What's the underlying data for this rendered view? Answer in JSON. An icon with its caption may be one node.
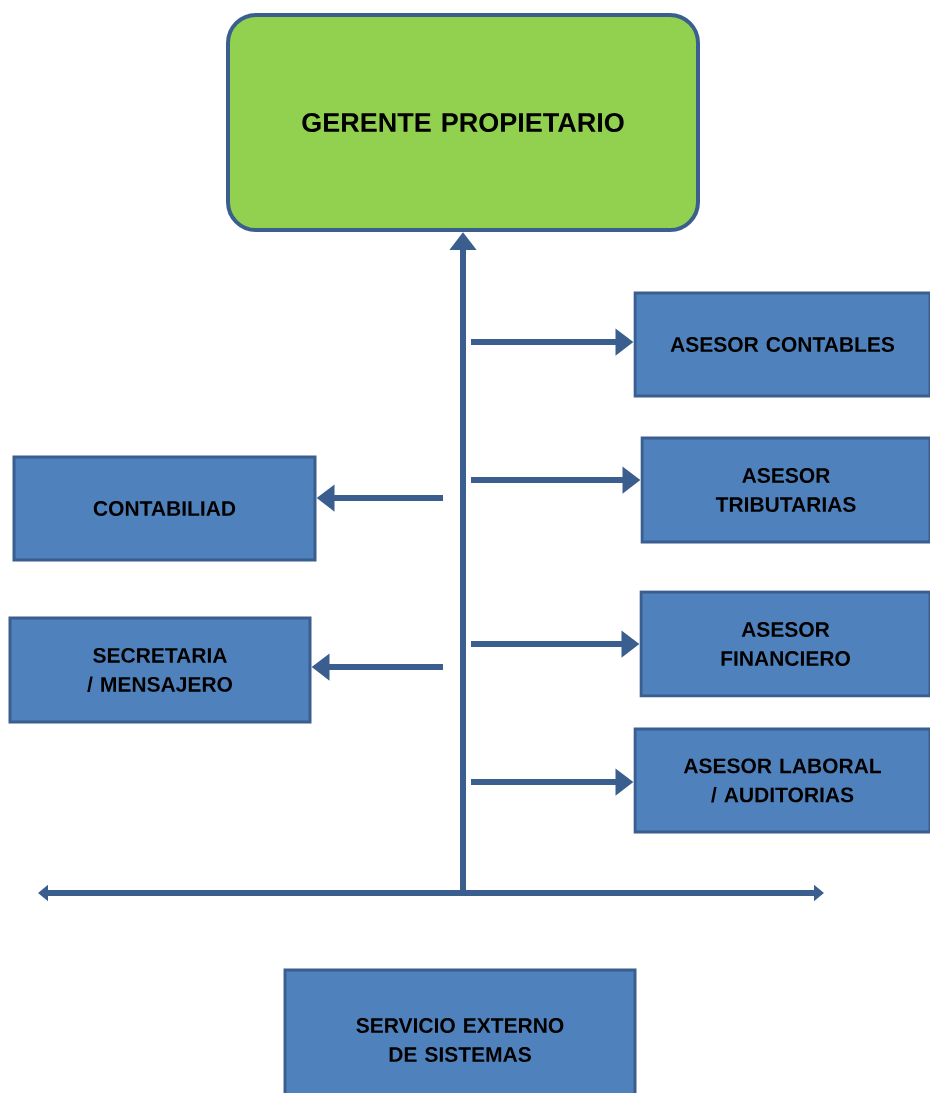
{
  "diagram": {
    "nodes": [
      {
        "text": [
          "GERENTE PROPIETARIO"
        ]
      },
      {
        "text": [
          "ASESOR CONTABLES"
        ]
      },
      {
        "text": [
          "ASESOR TRIBUTARIAS"
        ]
      },
      {
        "text": [
          "CONTABILIAD"
        ]
      },
      {
        "text": [
          "ASESOR FINANCIERO"
        ]
      },
      {
        "text": [
          "SECRETARIA / MENSAJERO"
        ]
      },
      {
        "text": [
          "ASESOR LABORAL / AUDITORIAS"
        ]
      },
      {
        "text": [
          "SERVICIO EXTERNO DE SISTEMAS"
        ]
      }
    ],
    "edges": [
      {
        "from": null,
        "to": 0,
        "arrow": "to"
      },
      {
        "from": null,
        "to": 1,
        "arrow": "to"
      },
      {
        "from": null,
        "to": 2,
        "arrow": "to"
      },
      {
        "from": null,
        "to": 3,
        "arrow": "to"
      },
      {
        "from": null,
        "to": 4,
        "arrow": "to"
      },
      {
        "from": null,
        "to": 5,
        "arrow": "to"
      },
      {
        "from": null,
        "to": 6,
        "arrow": "to"
      }
    ]
  }
}
